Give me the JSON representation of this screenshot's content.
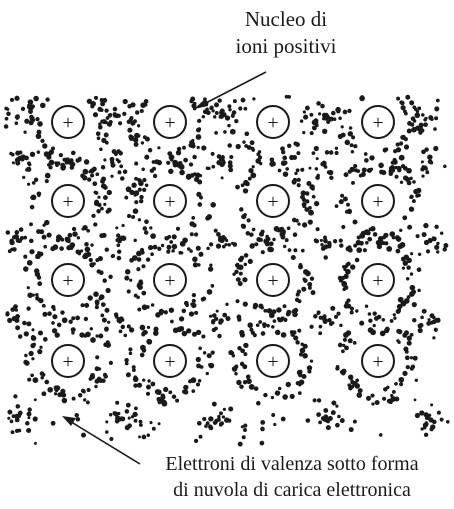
{
  "title_label": {
    "line1": "Nucleo di",
    "line2": "ioni positivi"
  },
  "bottom_label": {
    "line1": "Elettroni di valenza sotto forma",
    "line2": "di nuvola di carica elettronica"
  },
  "ion_sign": "+",
  "lattice": {
    "rows": 4,
    "cols": 4
  },
  "colors": {
    "ink": "#1a1a1a",
    "background": "#ffffff"
  }
}
